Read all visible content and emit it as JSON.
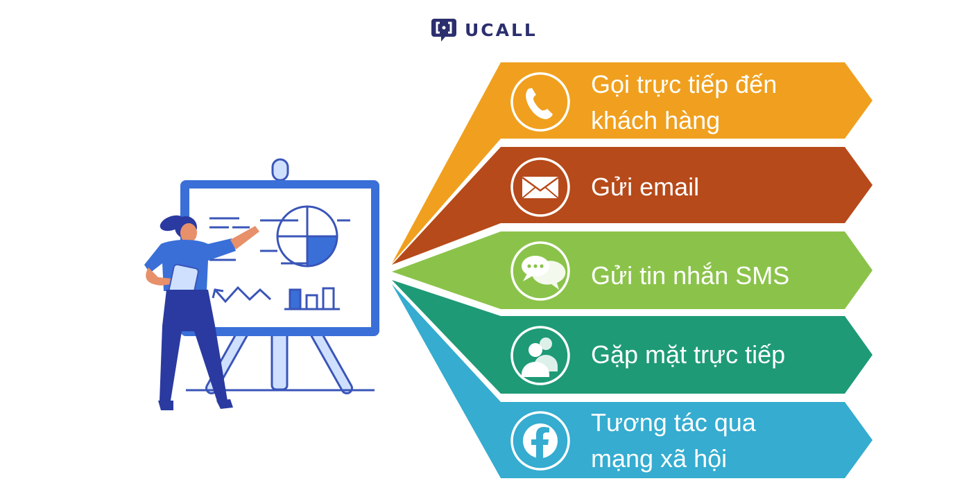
{
  "logo": {
    "text": "UCALL",
    "icon": "ucall-logo-icon",
    "color": "#2b2f6e"
  },
  "channels": [
    {
      "label": "Gọi trực tiếp đến\nkhách hàng",
      "icon": "phone-icon",
      "color": "#f0a01e"
    },
    {
      "label": "Gửi email",
      "icon": "envelope-icon",
      "color": "#b64a1a"
    },
    {
      "label": "Gửi tin nhắn SMS",
      "icon": "chat-bubbles-icon",
      "color": "#8bc34a"
    },
    {
      "label": "Gặp mặt trực tiếp",
      "icon": "people-icon",
      "color": "#1e9a76"
    },
    {
      "label": "Tương tác qua\nmạng xã hội",
      "icon": "facebook-icon",
      "color": "#35acd0"
    }
  ],
  "illustration": {
    "subject": "woman-presenting-whiteboard-illustration",
    "accent": "#3a6fd8"
  }
}
